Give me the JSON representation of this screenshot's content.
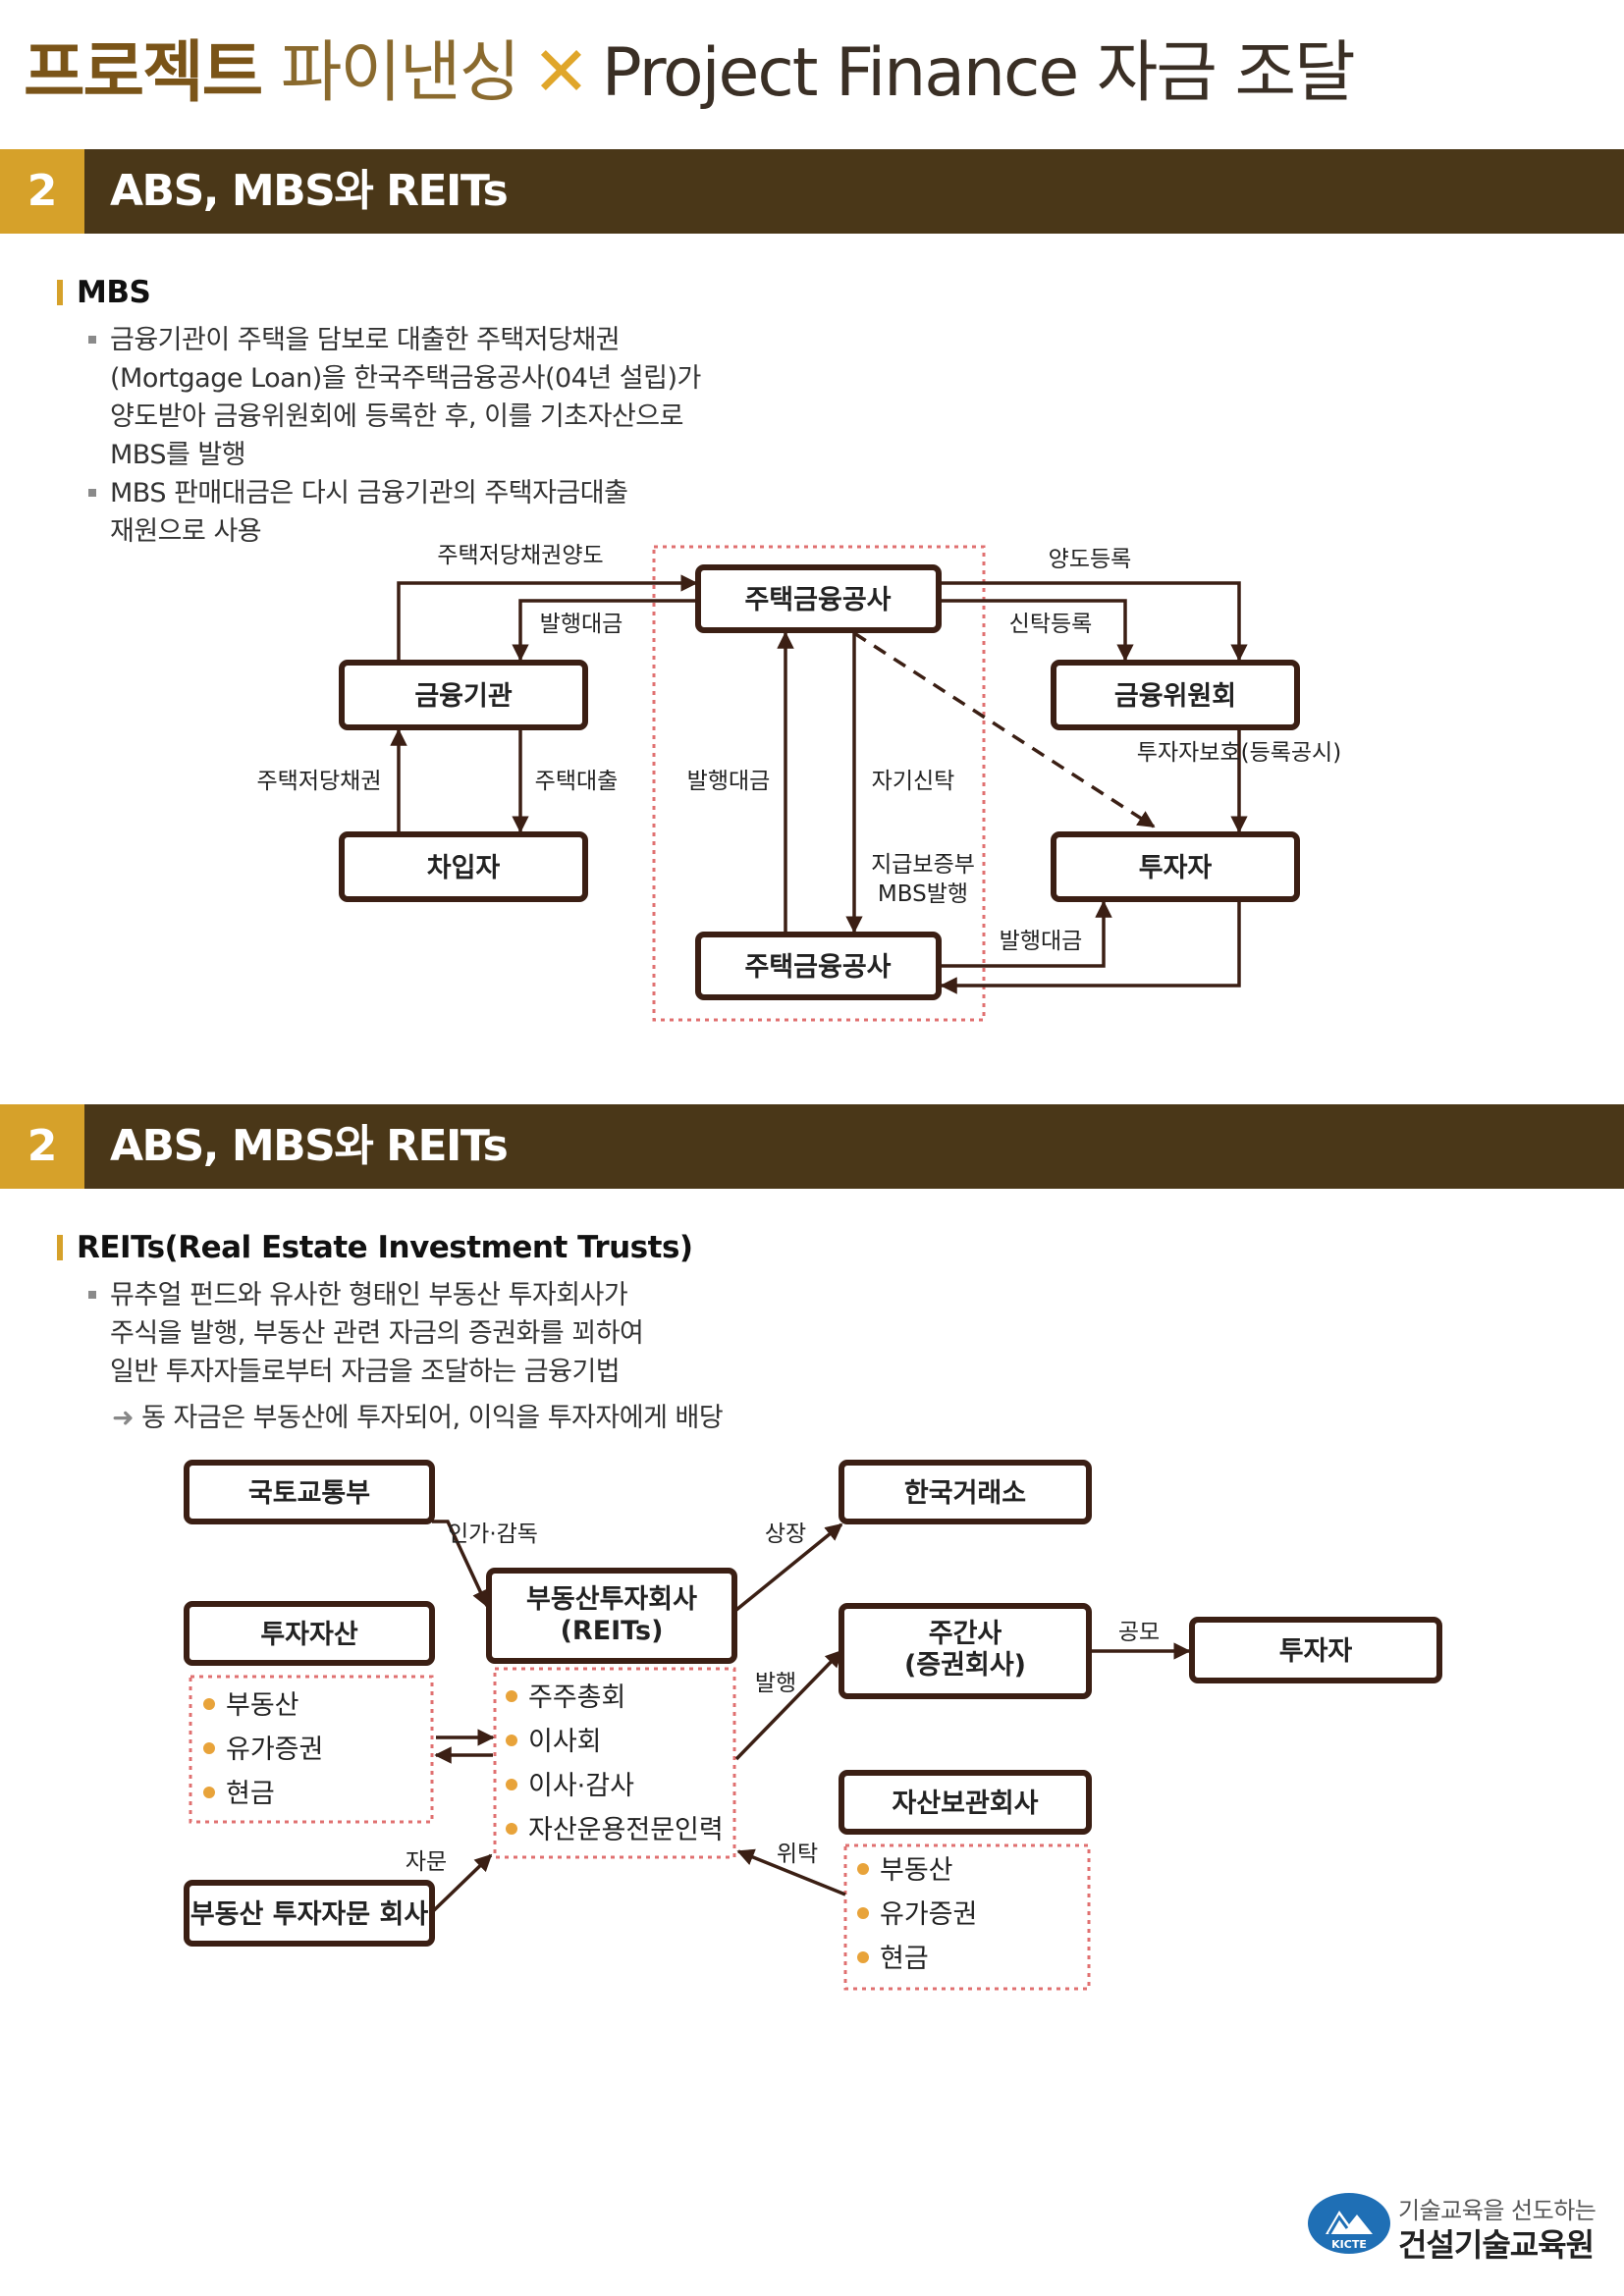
{
  "header": {
    "title_part1": "프로젝트",
    "title_part2": "파이낸싱",
    "title_separator": "✕",
    "title_part3": "Project Finance 자금 조달"
  },
  "section1": {
    "number": "2",
    "title": "ABS, MBS와 REITs",
    "heading": "MBS",
    "bullets": [
      [
        "금융기관이 주택을 담보로 대출한 주택저당채권",
        "(Mortgage Loan)을 한국주택금융공사(04년 설립)가",
        "양도받아 금융위원회에 등록한 후, 이를 기초자산으로",
        "MBS를 발행"
      ],
      [
        "MBS 판매대금은 다시 금융기관의 주택자금대출",
        "재원으로 사용"
      ]
    ],
    "diagram": {
      "boxes": {
        "corp_top": "주택금융공사",
        "bank": "금융기관",
        "fsc": "금융위원회",
        "borrower": "차입자",
        "investor": "투자자",
        "corp_bottom": "주택금융공사"
      },
      "labels": {
        "transfer_mortgage": "주택저당채권양도",
        "transfer_register": "양도등록",
        "issue_proceeds_1": "발행대금",
        "trust_register": "신탁등록",
        "mortgage_claim": "주택저당채권",
        "housing_loan": "주택대출",
        "issue_proceeds_2": "발행대금",
        "self_trust": "자기신탁",
        "guarantee_1": "지급보증부",
        "guarantee_2": "MBS발행",
        "investor_protection": "투자자보호(등록공시)",
        "issue_proceeds_3": "발행대금"
      }
    }
  },
  "section2": {
    "number": "2",
    "title": "ABS, MBS와 REITs",
    "heading": "REITs(Real Estate Investment Trusts)",
    "bullet_lines": [
      "뮤추얼 펀드와 유사한 형태인 부동산 투자회사가",
      "주식을 발행, 부동산 관련 자금의 증권화를 꾀하여",
      "일반 투자자들로부터 자금을 조달하는 금융기법"
    ],
    "arrow_note": "동 자금은 부동산에 투자되어, 이익을 투자자에게 배당",
    "arrow_glyph": "➜",
    "diagram": {
      "boxes": {
        "ministry": "국토교통부",
        "reit_1": "부동산투자회사",
        "reit_2": "(REITs)",
        "exchange": "한국거래소",
        "assets": "투자자산",
        "underwriter_1": "주간사",
        "underwriter_2": "(증권회사)",
        "investor": "투자자",
        "custodian": "자산보관회사",
        "advisor": "부동산 투자자문 회사"
      },
      "labels": {
        "approval": "인가·감독",
        "listing": "상장",
        "issue": "발행",
        "public_offer": "공모",
        "advice": "자문",
        "entrust": "위탁"
      },
      "asset_items": [
        "부동산",
        "유가증권",
        "현금"
      ],
      "reit_items": [
        "주주총회",
        "이사회",
        "이사·감사",
        "자산운용전문인력"
      ],
      "custodian_items": [
        "부동산",
        "유가증권",
        "현금"
      ]
    }
  },
  "footer": {
    "emblem_text": "KICTE",
    "tagline": "기술교육을 선도하는",
    "org_name": "건설기술교육원"
  },
  "colors": {
    "section_bar": "#4a3718",
    "section_number": "#d6a12a",
    "box_border": "#3b1f14",
    "dotted_border": "#e07070",
    "bullet_dot": "#e8a33a"
  }
}
